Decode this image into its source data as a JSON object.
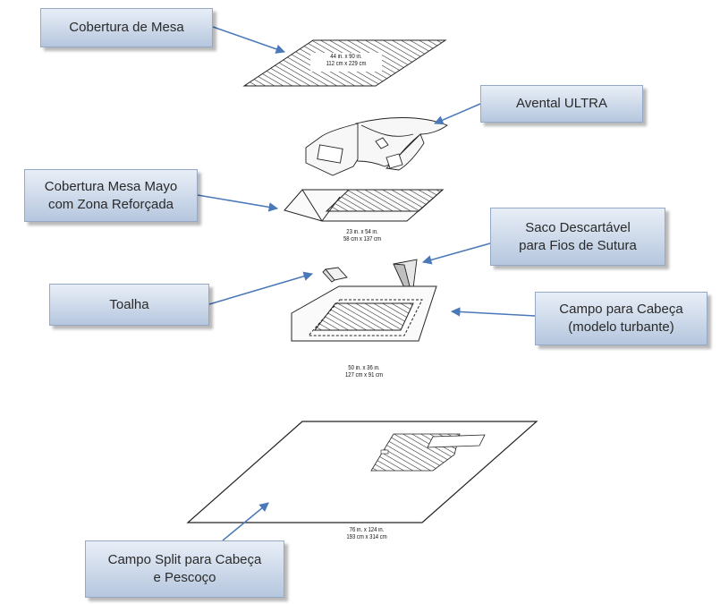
{
  "labels": {
    "cobertura_mesa": "Cobertura de Mesa",
    "avental_ultra": "Avental ULTRA",
    "cobertura_mayo_line1": "Cobertura Mesa Mayo",
    "cobertura_mayo_line2": "com Zona Reforçada",
    "saco_line1": "Saco Descartável",
    "saco_line2": "para Fios de Sutura",
    "toalha": "Toalha",
    "campo_cabeca_line1": "Campo para Cabeça",
    "campo_cabeca_line2": "(modelo turbante)",
    "campo_split_line1": "Campo Split para Cabeça",
    "campo_split_line2": "e Pescoço"
  },
  "dimensions": {
    "mesa_in": "44 in. x 90 in.",
    "mesa_cm": "112 cm x 229 cm",
    "mayo_in": "23 in. x 54 in.",
    "mayo_cm": "58 cm x 137 cm",
    "cabeca_in": "50 in. x 36 in.",
    "cabeca_cm": "127 cm x 91 cm",
    "split_in": "76 in. x 124 in.",
    "split_cm": "193 cm x 314 cm"
  },
  "colors": {
    "label_fill_top": "#e8eef7",
    "label_fill_bottom": "#b5c6de",
    "label_border": "#95a9c6",
    "arrow": "#4a78b8",
    "outline": "#222222"
  }
}
